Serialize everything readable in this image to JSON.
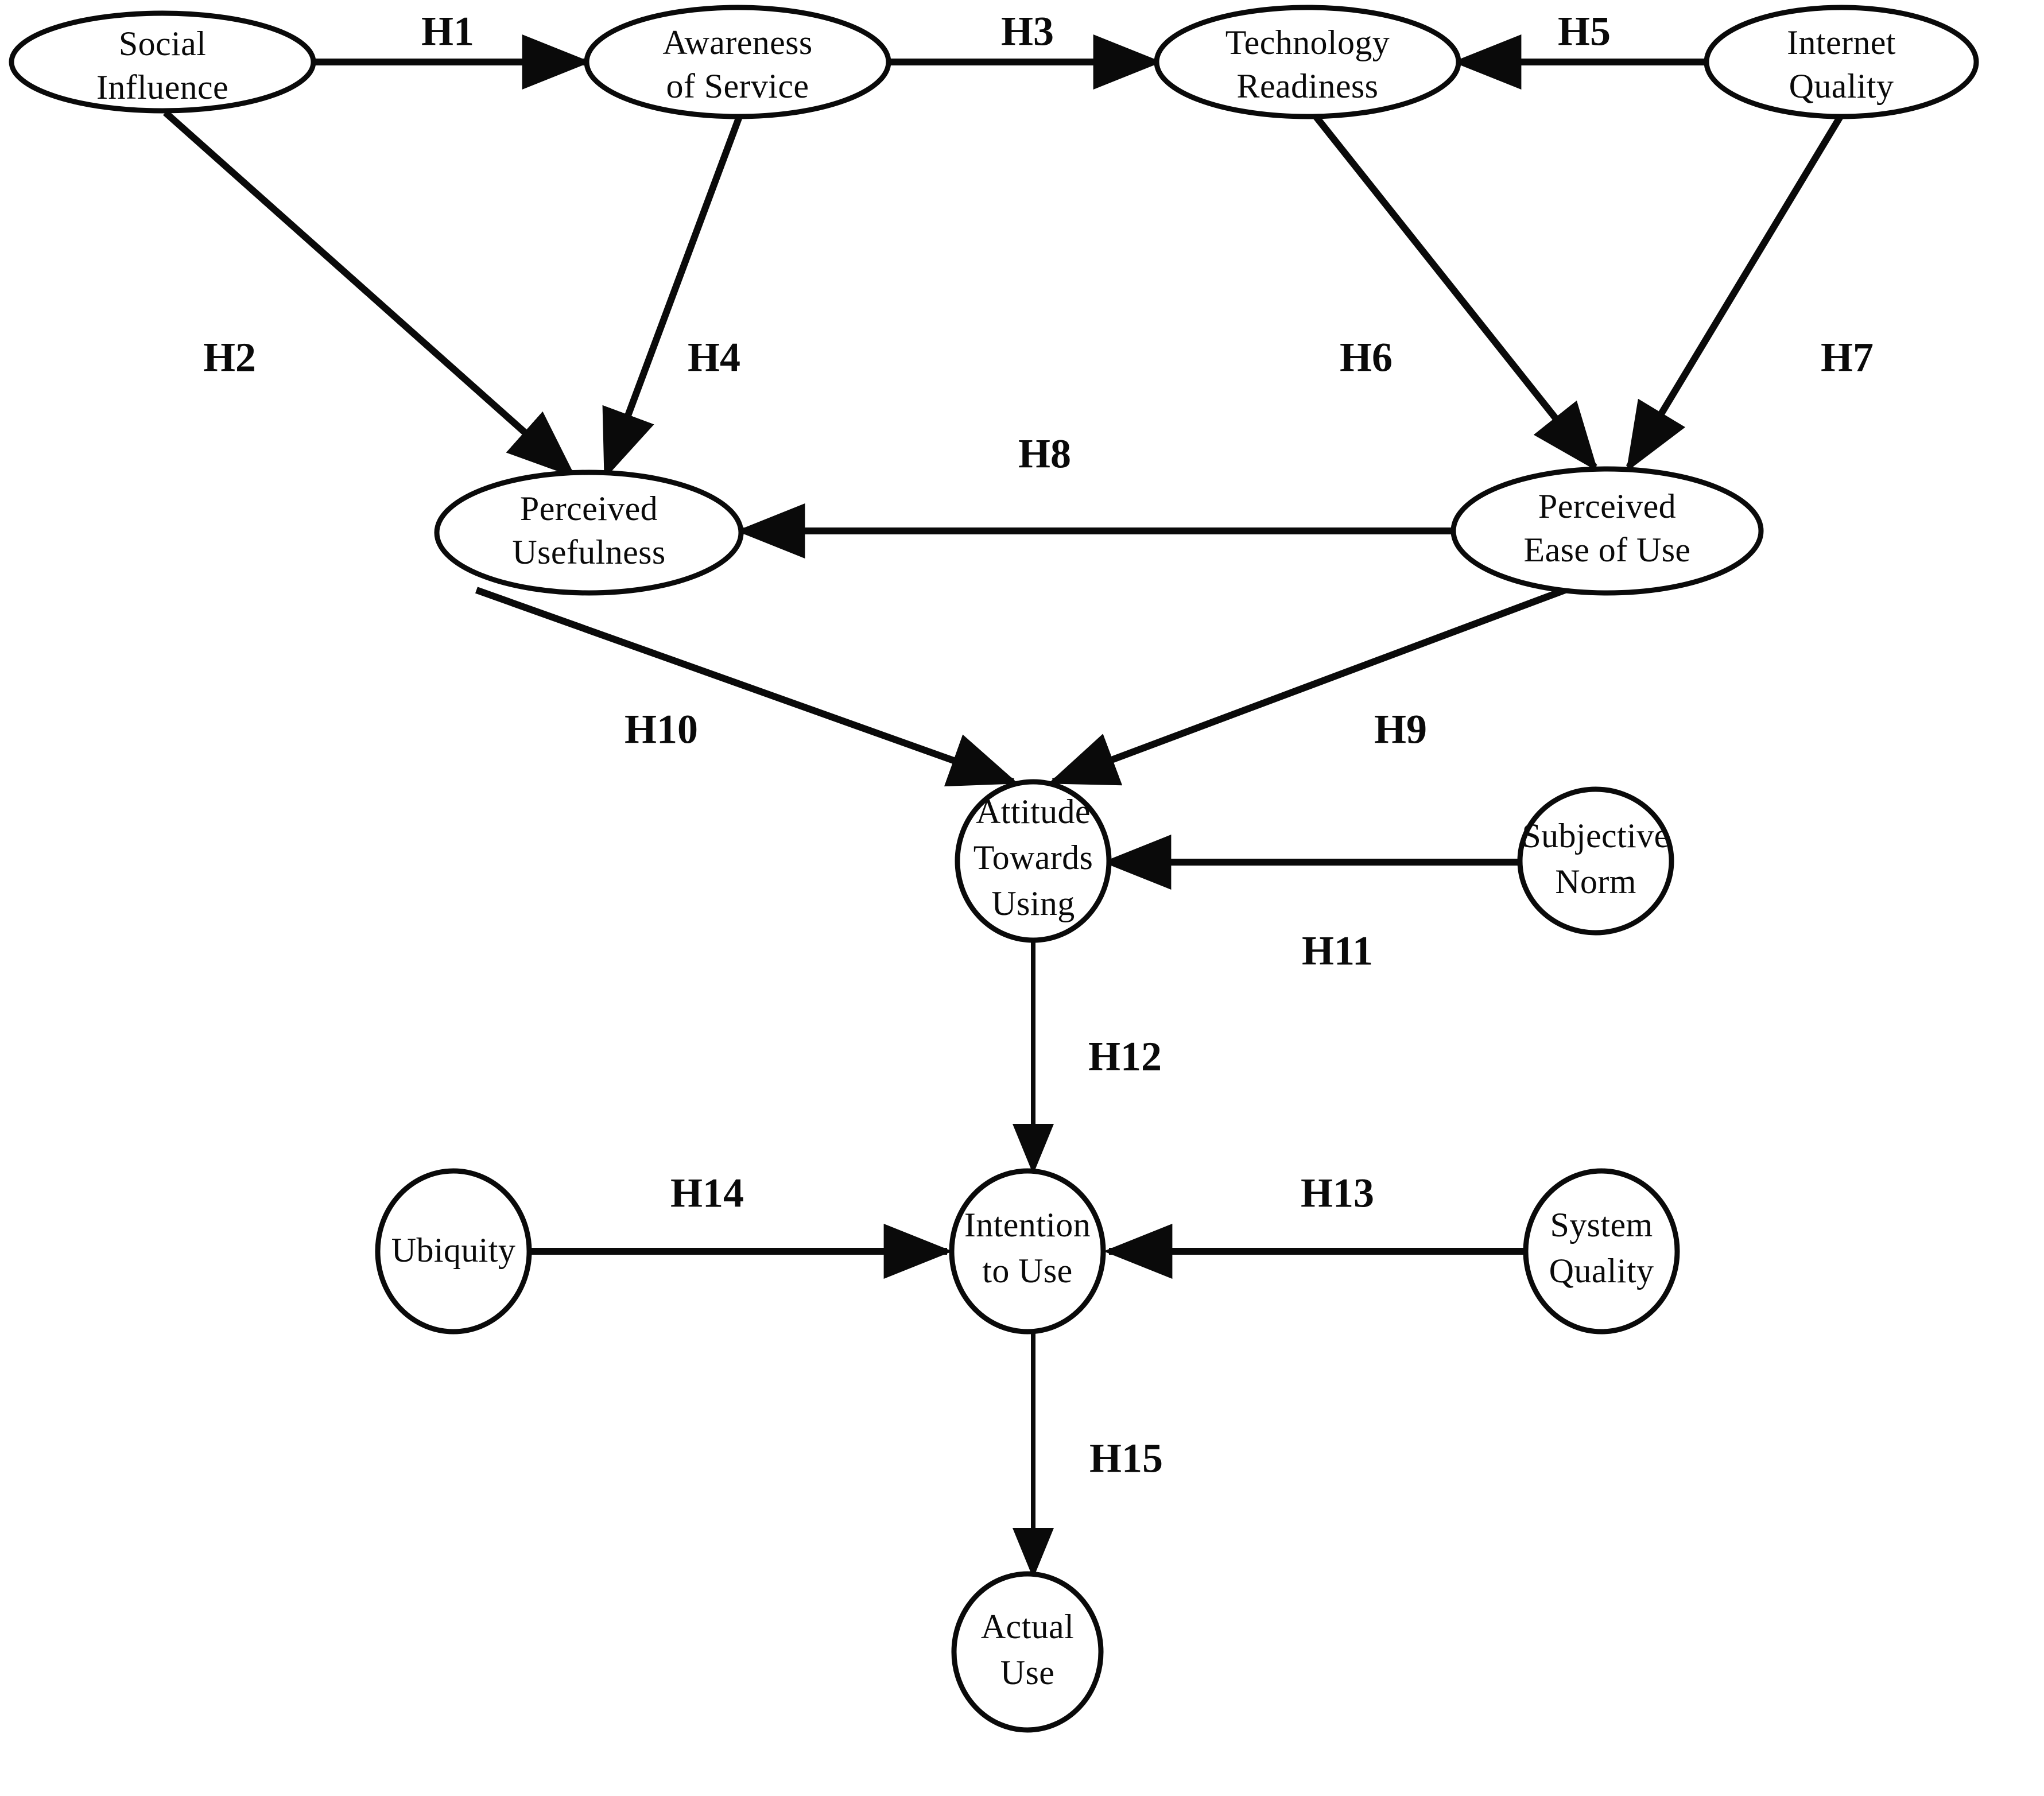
{
  "diagram": {
    "type": "research-model-path-diagram",
    "title": "Technology Acceptance Research Model",
    "background_color": "#ffffff",
    "stroke_color": "#0a0a0a",
    "nodes": [
      {
        "id": "social_influence",
        "label_lines": [
          "Social",
          "Influence"
        ]
      },
      {
        "id": "awareness_of_service",
        "label_lines": [
          "Awareness",
          "of Service"
        ]
      },
      {
        "id": "technology_readiness",
        "label_lines": [
          "Technology",
          "Readiness"
        ]
      },
      {
        "id": "internet_quality",
        "label_lines": [
          "Internet",
          "Quality"
        ]
      },
      {
        "id": "perceived_usefulness",
        "label_lines": [
          "Perceived",
          "Usefulness"
        ]
      },
      {
        "id": "perceived_ease_of_use",
        "label_lines": [
          "Perceived",
          "Ease of Use"
        ]
      },
      {
        "id": "attitude_towards_using",
        "label_lines": [
          "Attitude",
          "Towards",
          "Using"
        ]
      },
      {
        "id": "subjective_norm",
        "label_lines": [
          "Subjective",
          "Norm"
        ]
      },
      {
        "id": "ubiquity",
        "label_lines": [
          "Ubiquity"
        ]
      },
      {
        "id": "intention_to_use",
        "label_lines": [
          "Intention",
          "to Use"
        ]
      },
      {
        "id": "system_quality",
        "label_lines": [
          "System",
          "Quality"
        ]
      },
      {
        "id": "actual_use",
        "label_lines": [
          "Actual",
          "Use"
        ]
      }
    ],
    "edges": [
      {
        "id": "H1",
        "label": "H1",
        "from": "social_influence",
        "to": "awareness_of_service"
      },
      {
        "id": "H2",
        "label": "H2",
        "from": "social_influence",
        "to": "perceived_usefulness"
      },
      {
        "id": "H3",
        "label": "H3",
        "from": "awareness_of_service",
        "to": "technology_readiness"
      },
      {
        "id": "H4",
        "label": "H4",
        "from": "awareness_of_service",
        "to": "perceived_usefulness"
      },
      {
        "id": "H5",
        "label": "H5",
        "from": "internet_quality",
        "to": "technology_readiness"
      },
      {
        "id": "H6",
        "label": "H6",
        "from": "technology_readiness",
        "to": "perceived_ease_of_use"
      },
      {
        "id": "H7",
        "label": "H7",
        "from": "internet_quality",
        "to": "perceived_ease_of_use"
      },
      {
        "id": "H8",
        "label": "H8",
        "from": "perceived_ease_of_use",
        "to": "perceived_usefulness"
      },
      {
        "id": "H9",
        "label": "H9",
        "from": "perceived_ease_of_use",
        "to": "attitude_towards_using"
      },
      {
        "id": "H10",
        "label": "H10",
        "from": "perceived_usefulness",
        "to": "attitude_towards_using"
      },
      {
        "id": "H11",
        "label": "H11",
        "from": "subjective_norm",
        "to": "attitude_towards_using"
      },
      {
        "id": "H12",
        "label": "H12",
        "from": "attitude_towards_using",
        "to": "intention_to_use"
      },
      {
        "id": "H13",
        "label": "H13",
        "from": "system_quality",
        "to": "intention_to_use"
      },
      {
        "id": "H14",
        "label": "H14",
        "from": "ubiquity",
        "to": "intention_to_use"
      },
      {
        "id": "H15",
        "label": "H15",
        "from": "intention_to_use",
        "to": "actual_use"
      }
    ]
  }
}
